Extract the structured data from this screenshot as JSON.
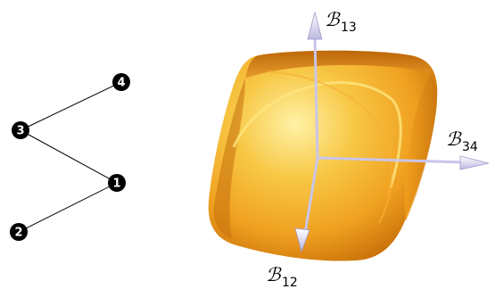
{
  "graph": {
    "nodes": [
      {
        "id": "1",
        "label": "1"
      },
      {
        "id": "2",
        "label": "2"
      },
      {
        "id": "3",
        "label": "3"
      },
      {
        "id": "4",
        "label": "4"
      }
    ],
    "edges": [
      [
        "3",
        "4"
      ],
      [
        "3",
        "1"
      ],
      [
        "1",
        "2"
      ]
    ]
  },
  "axes": {
    "b13": {
      "symbol": "ℬ",
      "subscript": "13"
    },
    "b34": {
      "symbol": "ℬ",
      "subscript": "34"
    },
    "b12": {
      "symbol": "ℬ",
      "subscript": "12"
    }
  },
  "colors": {
    "surface_light": "#f7c744",
    "surface_mid": "#f0a020",
    "surface_dark": "#c26a06",
    "node": "#000000",
    "edge": "#000000",
    "arrow": "#c7c3e6"
  }
}
